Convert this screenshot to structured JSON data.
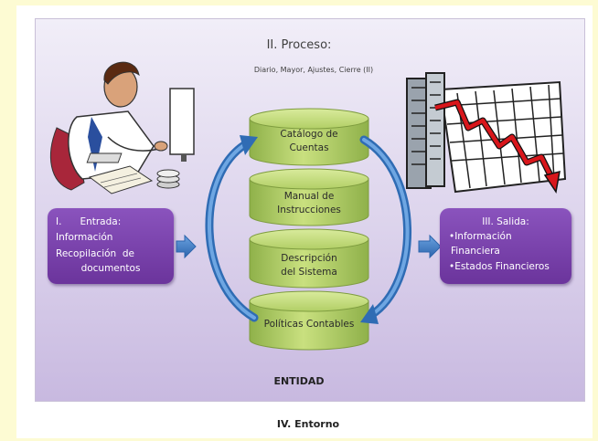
{
  "proceso": {
    "title": "II. Proceso:",
    "subtitle": "Diario, Mayor, Ajustes, Cierre (II)"
  },
  "entrada": {
    "title": "I.      Entrada:",
    "lines": [
      "Información",
      "Recopilación  de",
      "documentos"
    ]
  },
  "salida": {
    "title": "III. Salida:",
    "lines": [
      "•Información",
      "Financiera",
      "•Estados Financieros"
    ]
  },
  "cylinders": [
    {
      "line1": "Catálogo de",
      "line2": "Cuentas"
    },
    {
      "line1": "Manual de",
      "line2": "Instrucciones"
    },
    {
      "line1": "Descripción",
      "line2": "del Sistema"
    },
    {
      "line1": "Políticas Contables",
      "line2": ""
    }
  ],
  "entidad": "ENTIDAD",
  "entorno": "IV. Entorno",
  "colors": {
    "page_background": "#fdfbd3",
    "panel": "#dcd3ec",
    "box_purple": "#7a42ad",
    "cylinder_green": "#b6d36b",
    "arrow_blue": "#3e7bc2"
  },
  "icons": [
    "accountant-clipart-icon",
    "falling-chart-icon"
  ]
}
